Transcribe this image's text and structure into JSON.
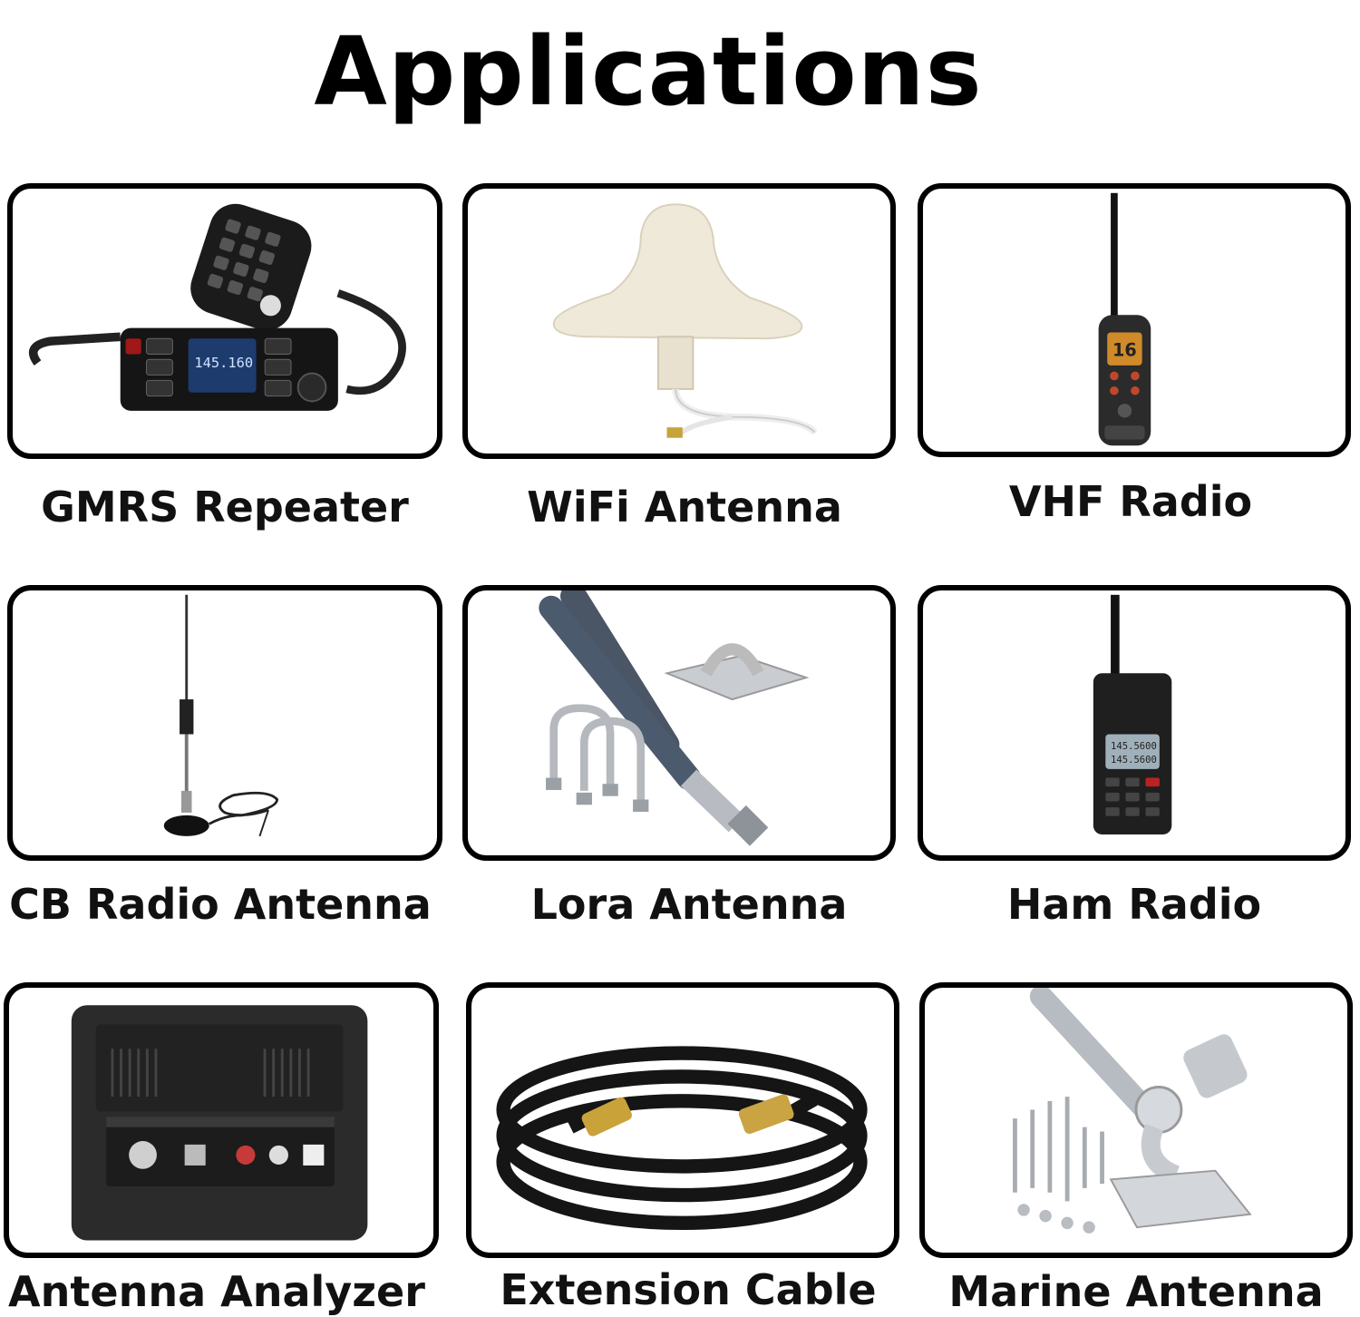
{
  "page": {
    "title": "Applications"
  },
  "applications": [
    {
      "label": "GMRS Repeater",
      "icon": "mobile-radio-icon"
    },
    {
      "label": "WiFi Antenna",
      "icon": "ceiling-antenna-icon"
    },
    {
      "label": "VHF Radio",
      "icon": "handheld-vhf-radio-icon"
    },
    {
      "label": "CB Radio Antenna",
      "icon": "magnetic-mount-antenna-icon"
    },
    {
      "label": "Lora Antenna",
      "icon": "fiberglass-antenna-icon"
    },
    {
      "label": "Ham Radio",
      "icon": "ham-radio-handheld-icon"
    },
    {
      "label": "Antenna Analyzer",
      "icon": "analyzer-device-icon"
    },
    {
      "label": "Extension Cable",
      "icon": "coax-cable-icon"
    },
    {
      "label": "Marine Antenna",
      "icon": "marine-mount-icon"
    }
  ]
}
